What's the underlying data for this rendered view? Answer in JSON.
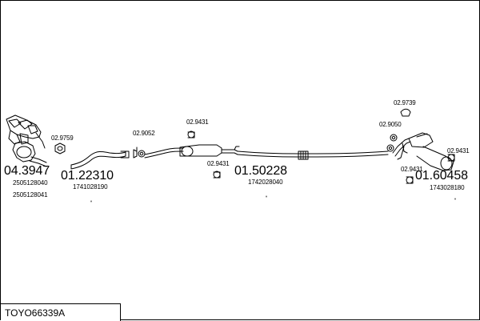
{
  "main_parts": [
    {
      "code": "04.3947",
      "oem": [
        "2505128040",
        "2505128041"
      ]
    },
    {
      "code": "01.22310",
      "oem": [
        "1741028190"
      ]
    },
    {
      "code": "01.50228",
      "oem": [
        "1742028040"
      ]
    },
    {
      "code": "01.60458",
      "oem": [
        "1743028180"
      ]
    }
  ],
  "small_parts": [
    "02.9759",
    "02.9052",
    "02.9431",
    "02.9431",
    "02.9739",
    "02.9050",
    "02.9431",
    "02.9431"
  ],
  "reference": "TOYO66339A",
  "colors": {
    "line": "#000000",
    "background": "#ffffff"
  }
}
